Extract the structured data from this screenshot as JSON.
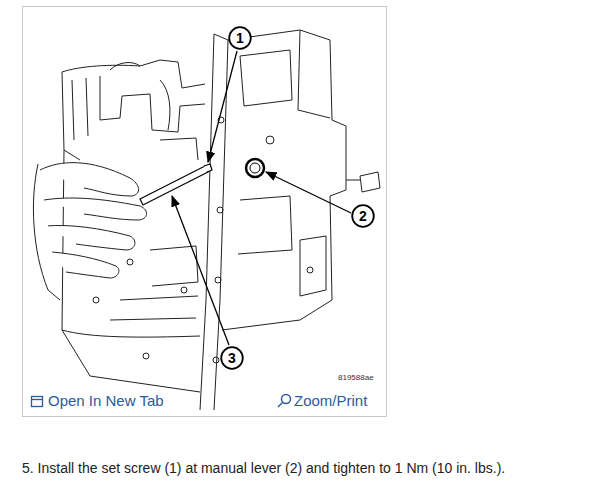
{
  "diagram": {
    "nodes": [
      {
        "text": [
          "1"
        ]
      },
      {
        "text": [
          "2"
        ]
      },
      {
        "text": [
          "3"
        ]
      }
    ],
    "labels": [
      "819588ae",
      "Open In New Tab",
      "Zoom/Print",
      "5. Install the set screw (1) at manual lever (2) and tighten to 1 Nm (10 in. lbs.)."
    ]
  }
}
